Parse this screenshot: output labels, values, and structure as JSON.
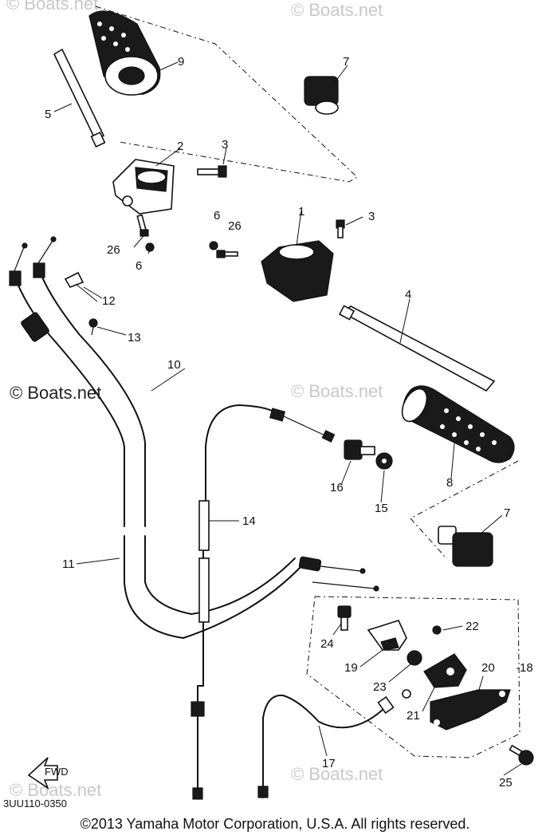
{
  "watermarks": {
    "top_left": "© Boats.net",
    "top_right": "© Boats.net",
    "mid_left": "© Boats.net",
    "mid_right": "© Boats.net",
    "bottom_left": "© Boats.net",
    "bottom_right": "© Boats.net"
  },
  "labels": {
    "p1": "1",
    "p2": "2",
    "p3a": "3",
    "p3b": "3",
    "p4": "4",
    "p5": "5",
    "p6a": "6",
    "p6b": "6",
    "p7a": "7",
    "p7b": "7",
    "p8": "8",
    "p9": "9",
    "p10": "10",
    "p11": "11",
    "p12": "12",
    "p13": "13",
    "p14": "14",
    "p15": "15",
    "p16": "16",
    "p17": "17",
    "p18": "18",
    "p19": "19",
    "p20": "20",
    "p21": "21",
    "p22": "22",
    "p23": "23",
    "p24": "24",
    "p25": "25",
    "p26a": "26",
    "p26b": "26"
  },
  "fwd_arrow_text": "FWD",
  "diagram_code": "3UU110-0350",
  "copyright": "©2013 Yamaha Motor Corporation, U.S.A. All rights reserved."
}
